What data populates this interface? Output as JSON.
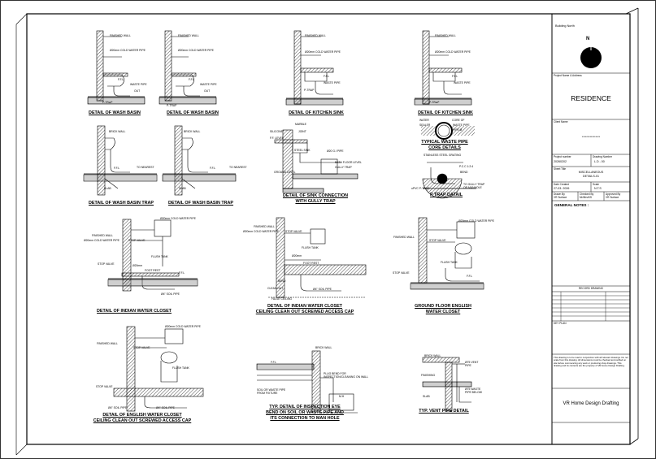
{
  "drawings": {
    "wash_basin_1": {
      "caption": "DETAIL OF WASH BASIN",
      "labels": {
        "wall": "FINISHED WALL",
        "pipe": "Ø20mm COLD WATER PIPE",
        "ffl": "F.F.L",
        "waste": "WASTE PIPE",
        "out": "OUT",
        "trap": "P-TRAP"
      }
    },
    "wash_basin_2": {
      "caption": "DETAIL OF WASH BASIN",
      "labels": {
        "wall": "FINISHED WALL",
        "pipe": "Ø20mm COLD WATER PIPE",
        "ffl": "F.F.L",
        "waste": "WASTE PIPE",
        "out": "OUT",
        "trap": "P-TRAP"
      }
    },
    "kitchen_sink_1": {
      "caption": "DETAIL OF KITCHEN SINK",
      "labels": {
        "wall": "FINISHED WALL",
        "pipe": "Ø20mm COLD WATER PIPE",
        "ffl": "F.F.L",
        "waste": "WASTE PIPE",
        "trap": "P-TRAP"
      }
    },
    "kitchen_sink_2": {
      "caption": "DETAIL OF KITCHEN SINK",
      "labels": {
        "wall": "FINISHED WALL",
        "pipe": "Ø20mm COLD WATER PIPE",
        "ffl": "F.F.L",
        "waste": "WASTE PIPE",
        "trap": "P-TRAP"
      }
    },
    "wash_basin_trap_1": {
      "caption": "DETAIL OF WASH BASIN TRAP",
      "labels": {
        "brick": "BRICK WALL",
        "ffl": "F.F.L",
        "nearest": "TO NEAREST",
        "slab": "SLAB"
      }
    },
    "wash_basin_trap_2": {
      "caption": "DETAIL OF WASH BASIN TRAP",
      "labels": {
        "brick": "BRICK WALL",
        "ffl": "F.F.L",
        "nearest": "TO NEAREST",
        "slab": "SLAB"
      }
    },
    "sink_gully": {
      "caption_line1": "DETAIL OF SINK CONNECTION",
      "caption_line2": "WITH GULLY TRAP",
      "labels": {
        "marble": "MARBLE",
        "silicone": "SILICONE",
        "ff": "F.F. LEVEL",
        "joint": "JOINT",
        "steel": "STEEL SINK",
        "gi": "Ø20 G.I PIPE",
        "bath": "BATH FLOOR LEVEL",
        "gully": "GULLY TRAP",
        "ground": "GROUND LEVEL"
      }
    },
    "waste_core": {
      "caption_line1": "TYPICAL WASTE PIPE",
      "caption_line2": "CORE DETAILS",
      "labels": {
        "water": "WATER",
        "sealer": "SEALER",
        "core": "CORE OF",
        "waste": "WASTE PIPE",
        "pipe": "PIPE Ø"
      }
    },
    "p_trap": {
      "caption": "P TRAP DATAIL",
      "labels": {
        "grating": "STAINLESS STEEL GRATING",
        "pcc": "P.C.C 1:2:4",
        "bend": "BEND",
        "gully": "TO GULLY TRAP OR MANHOLE",
        "upvc": "uPVC P-TRAP"
      }
    },
    "indian_wc": {
      "caption": "DETAIL OF INDIAN WATER CLOSET",
      "labels": {
        "wall": "FINISHED WALL",
        "cold": "Ø20mm COLD WATER PIPE",
        "cold2": "Ø20mm COLD WATER PIPE",
        "stop": "STOP VALVE",
        "flush": "FLUSH TANK",
        "stop2": "STOP VALVE",
        "foot": "FOOT REST",
        "pipe20": "Ø20mm",
        "ffl": "F.F.L",
        "soil": "Ø4\" SOIL PIPE"
      }
    },
    "indian_wc_cc": {
      "caption_line1": "DETAIL OF INDIAN WATER CLOSET",
      "caption_line2": "CEILING CLEAN OUT SCREWED ACCESS CAP",
      "labels": {
        "wall": "FINISHED WALL",
        "cold": "Ø20mm COLD WATER PIPE",
        "stop": "STOP VALVE",
        "flush": "FLUSH TANK",
        "foot": "FOOT REST",
        "pipe20": "Ø20mm",
        "bend": "BEND",
        "clean": "CLEAN OUT",
        "soil": "Ø4\" SOIL PIPE",
        "false": "FALSE CEILING"
      }
    },
    "gf_english_wc": {
      "caption_line1": "GROUND FLOOR ENGLISH",
      "caption_line2": "WATER CLOSET",
      "labels": {
        "wall": "FINISHED WALL",
        "cold": "Ø20mm COLD WATER PIPE",
        "stop": "STOP VALVE",
        "flush": "FLUSH TANK",
        "stop2": "STOP VALVE",
        "ffl": "F.F.L"
      }
    },
    "english_wc_cc": {
      "caption_line1": "DETAIL OF ENGLISH WATER CLOSET",
      "caption_line2": "CEILING CLEAN OUT SCREWED ACCESS CAP",
      "labels": {
        "wall": "FINISHED WALL",
        "cold": "Ø20mm COLD WATER PIPE",
        "stop": "STOP VALVE",
        "flush": "FLUSH TANK",
        "stop2": "STOP VALVE",
        "soil": "Ø4\" SOIL PIPE",
        "soil2": "Ø4\" SOIL PIPE"
      }
    },
    "inspection_eye": {
      "caption_line1": "TYP. DETAIL OF INSPECTION EYE",
      "caption_line2": "BEND ON SOIL OR WASTE PIPE AND",
      "caption_line3": "ITS CONNECTION TO MAN HOLE",
      "labels": {
        "ffl": "F.F.L",
        "brick": "BRICK WALL",
        "plug": "PLUG BEND FOR INSPECTION/CLEANING ON WALL",
        "soil": "SOIL OR WASTE PIPE FROM FIXTURE",
        "mh": "M.H"
      }
    },
    "vent_pipe": {
      "caption": "TYP. VENT PIPE DETAIL",
      "labels": {
        "brick": "BRICK WALL",
        "vent": "Ø75 VENT PIPE",
        "finishing": "FINISHING",
        "waste": "Ø75 WASTE PIPE BELOW",
        "slab": "SLAB"
      }
    }
  },
  "title_block": {
    "north_label": "Building North",
    "north_letter": "N",
    "project_name_label": "Project Name & Address",
    "project_name": "RESIDENCE",
    "client_label": "Client Name",
    "client_value": "****************",
    "project_number_label": "Project number",
    "project_number": "20260202",
    "drawing_number_label": "Drawing Number",
    "drawing_number": "L.D - 00",
    "sheet_title_label": "Sheet Title",
    "sheet_title_line1": "MISCELLANEOUS",
    "sheet_title_line2": "DETAILS-01",
    "date_label": "Date Created",
    "date": "27-03- 2026",
    "scale_label": "Scale",
    "scale": "N.T.S",
    "drawn_label": "Drawn By",
    "drawn": "VR Surface",
    "checked_label": "Checked By",
    "checked": "Mr/Mrs/KS",
    "approved_label": "Approved By",
    "approved": "VR Surface",
    "general_notes": "GENERAL NOTES :",
    "record_drawing": "RECORD DRAWING",
    "key_plan": "KEY PLAN",
    "disclaimer": "This drawing is to be read in conjunction with all relevant drawings. Do not scale from this drawing. All dimensions must be checked and verified on site before commencing any work or producing shop drawings. This drawing and its contents are the property of VR Home Design Drafting.",
    "firm": "VR Home Design Drafting"
  },
  "colors": {
    "line": "#000000",
    "fill": "#000000",
    "paper": "#ffffff",
    "hatch": "#555555"
  }
}
